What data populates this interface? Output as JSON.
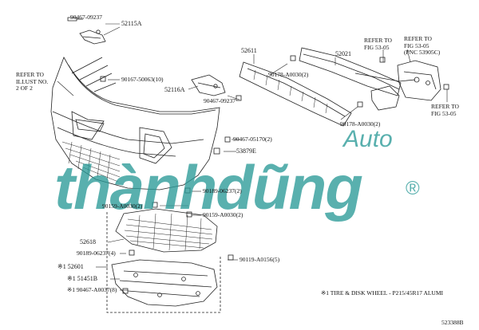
{
  "parts": {
    "p1": "90467-09237",
    "p2": "52115A",
    "p3": "90167-50063(10)",
    "p4": "52116A",
    "p5": "90467-09237",
    "p6": "52611",
    "p7": "90178-A0030(2)",
    "p8": "52021",
    "p9": "90178-A0030(2)",
    "p10": "90467-05170(2)",
    "p11": "53879E",
    "p12": "90189-06237(2)",
    "p13": "90159-A0030(2)",
    "p14": "90159-A0030(2)",
    "p15": "52618",
    "p16": "90189-06237(4)",
    "p17": "90119-A0156(5)",
    "p18": "※1 52601",
    "p19": "※1 51451B",
    "p20": "※1 90467-A0037(8)"
  },
  "refs": {
    "illust": "REFER TO\nILLUST NO.\n2 OF 2",
    "fig1": "REFER TO\nFIG 53-05",
    "fig2": "REFER TO\nFIG 53-05\n(PNC 53905C)",
    "fig3": "REFER TO\nFIG 53-05"
  },
  "note": "※1 TIRE & DISK WHEEL - P215/45R17 ALUMI",
  "diagram_id": "523388B",
  "watermark": {
    "main": "thànhdũng",
    "sub": "Auto",
    "mark": "®",
    "color": "#2a9a97"
  }
}
